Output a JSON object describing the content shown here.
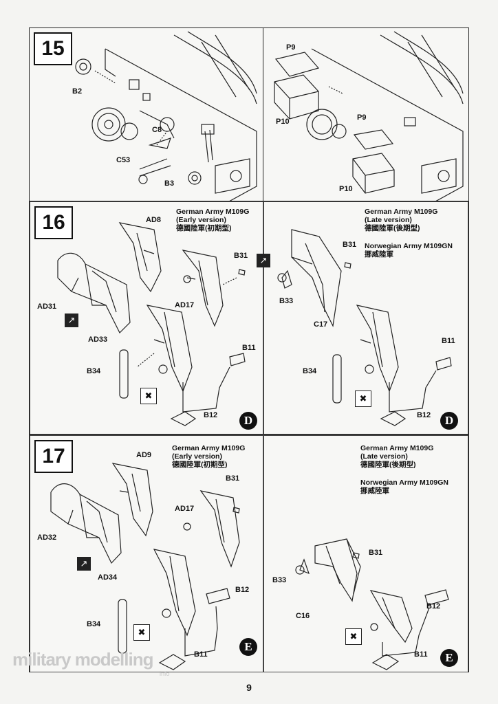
{
  "page_number": "9",
  "watermark": {
    "text": "military modelling",
    "suffix": "info"
  },
  "steps": {
    "s15": {
      "number": "15",
      "left_labels": {
        "b2": "B2",
        "c8": "C8",
        "c53": "C53",
        "b3": "B3"
      },
      "right_labels": {
        "p9a": "P9",
        "p10a": "P10",
        "p9b": "P9",
        "p10b": "P10"
      }
    },
    "s16": {
      "number": "16",
      "left": {
        "version": [
          "German Army M109G",
          "(Early version)",
          "德國陸軍(初期型)"
        ],
        "labels": {
          "ad8": "AD8",
          "ad31": "AD31",
          "ad33": "AD33",
          "ad17": "AD17",
          "b31": "B31",
          "b11": "B11",
          "b34": "B34",
          "b12": "B12"
        },
        "circle": "D"
      },
      "right": {
        "version": [
          "German Army M109G",
          "(Late version)",
          "德國陸軍(後期型)"
        ],
        "version2": [
          "Norwegian Army M109GN",
          "挪威陸軍"
        ],
        "labels": {
          "b31": "B31",
          "b33": "B33",
          "c17": "C17",
          "b11": "B11",
          "b34": "B34",
          "b12": "B12"
        },
        "circle": "D"
      }
    },
    "s17": {
      "number": "17",
      "left": {
        "version": [
          "German Army M109G",
          "(Early version)",
          "德國陸軍(初期型)"
        ],
        "labels": {
          "ad9": "AD9",
          "ad32": "AD32",
          "ad34": "AD34",
          "ad17": "AD17",
          "b31": "B31",
          "b12": "B12",
          "b34": "B34",
          "b11": "B11"
        },
        "circle": "E"
      },
      "right": {
        "version": [
          "German Army M109G",
          "(Late version)",
          "德國陸軍(後期型)"
        ],
        "version2": [
          "Norwegian Army M109GN",
          "挪威陸軍"
        ],
        "labels": {
          "b31": "B31",
          "b33": "B33",
          "c16": "C16",
          "b12": "B12",
          "b11": "B11"
        },
        "circle": "E"
      }
    }
  },
  "icons": {
    "tool": "glue-cement-icon",
    "flip": "flip-over-icon"
  }
}
